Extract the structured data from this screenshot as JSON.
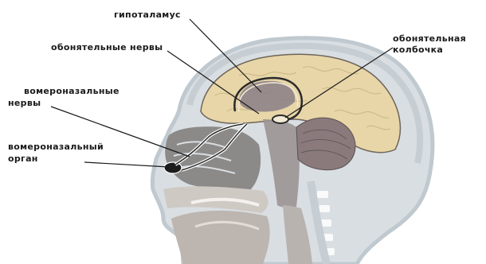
{
  "labels": {
    "hypothalamus": "гипоталамус",
    "olfactory_nerves": "обонятельные нервы",
    "olfactory_bulb_line1": "обонятельная",
    "olfactory_bulb_line2": "колбочка",
    "vomeronasal_nerves_line1": "вомероназальные",
    "vomeronasal_nerves_line2": "нервы",
    "vomeronasal_organ_line1": "вомероназальный",
    "vomeronasal_organ_line2": "орган"
  },
  "colors": {
    "background": "#ffffff",
    "head_outline": "#bfc9cf",
    "head_fill": "#d9dee2",
    "brain": "#e8d6a8",
    "brain_outline": "#6e655a",
    "hypothalamus": "#8a7e86",
    "cerebellum": "#8a7a7c",
    "spine": "#b9b3b0",
    "nasal_fill": "#8c8a88",
    "leader_line": "#1a1a1a"
  }
}
